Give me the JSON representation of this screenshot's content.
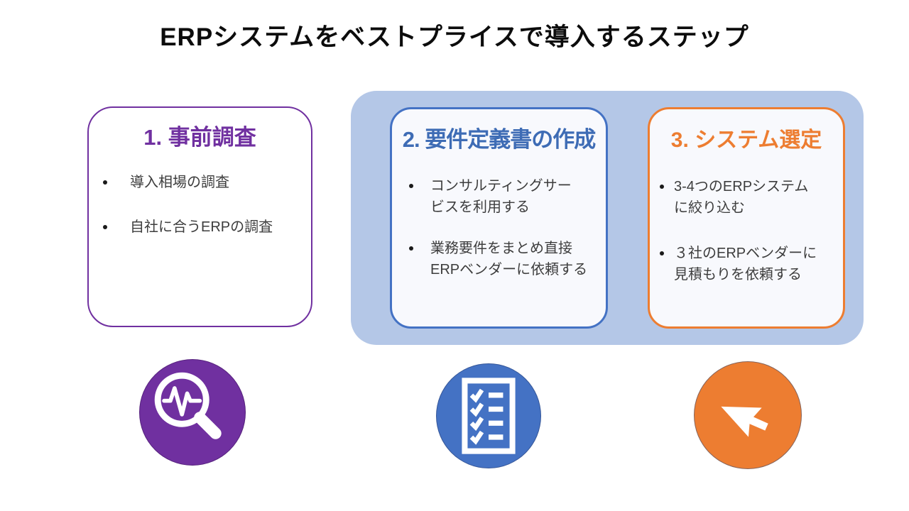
{
  "slide_title": "ERPシステムをベストプライスで導入するステップ",
  "colors": {
    "step1_accent": "#7030A0",
    "step2_accent": "#4472C4",
    "step2_heading": "#3E6CB5",
    "step3_accent": "#ED7D31",
    "group_panel_background": "#B4C7E7",
    "card_background": "#F8F9FD",
    "body_text": "#3D3D3D",
    "title_text": "#0C0C0C"
  },
  "steps": [
    {
      "heading": "1. 事前調査",
      "icon": "magnifier-pulse-icon",
      "bullets": [
        [
          "導入相場の調査"
        ],
        [
          "自社に合うERPの調査"
        ]
      ]
    },
    {
      "heading": "2. 要件定義書の作成",
      "icon": "checklist-icon",
      "bullets": [
        [
          "コンサルティングサー",
          "ビスを利用する"
        ],
        [
          "業務要件をまとめ直接",
          "ERPベンダーに依頼する"
        ]
      ]
    },
    {
      "heading": "3. システム選定",
      "icon": "cursor-arrow-icon",
      "bullets": [
        [
          "3-4つのERPシステム",
          "に絞り込む"
        ],
        [
          "３社のERPベンダーに",
          "見積もりを依頼する"
        ]
      ]
    }
  ]
}
